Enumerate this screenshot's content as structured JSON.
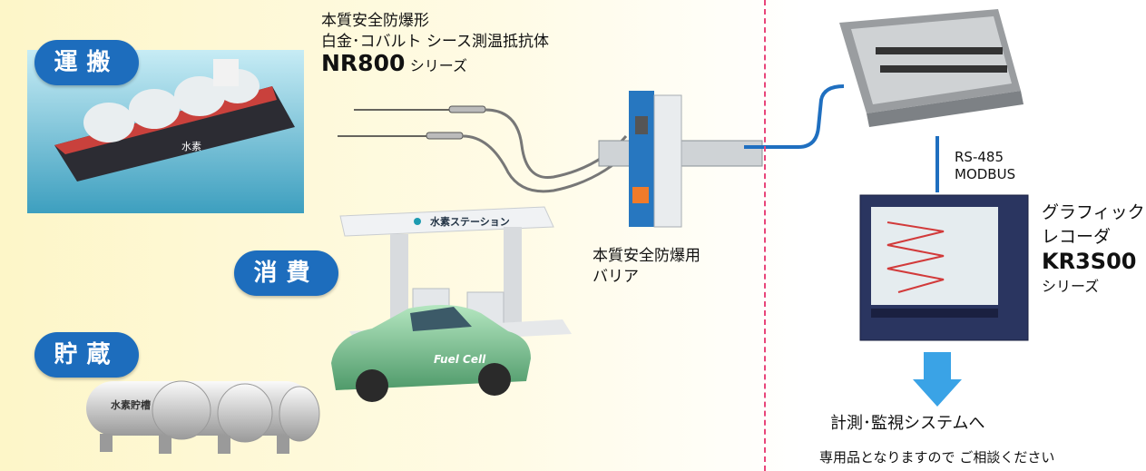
{
  "categories": {
    "transport": "運搬",
    "consumption": "消費",
    "storage": "貯蔵"
  },
  "sensor": {
    "line1": "本質安全防爆形",
    "line2": "白金･コバルト シース測温抵抗体",
    "model": "NR800",
    "series": "シリーズ"
  },
  "barrier": {
    "line1": "本質安全防爆用",
    "line2": "バリア"
  },
  "comm": {
    "line1": "RS-485",
    "line2": "MODBUS"
  },
  "recorder": {
    "line1": "グラフィック",
    "line2": "レコーダ",
    "model": "KR3S00",
    "series": "シリーズ"
  },
  "output": {
    "label": "計測･監視システムへ",
    "note": "専用品となりますので ご相談ください"
  },
  "illustrations": {
    "ship_text": "水素",
    "station_sign": "水素ステーション",
    "car_text": "Fuel Cell",
    "tank_text": "水素貯槽"
  },
  "colors": {
    "pill": "#1d6dbd",
    "cable": "#1f6fc0",
    "divider": "#e8457a",
    "arrow": "#3aa3e6"
  }
}
